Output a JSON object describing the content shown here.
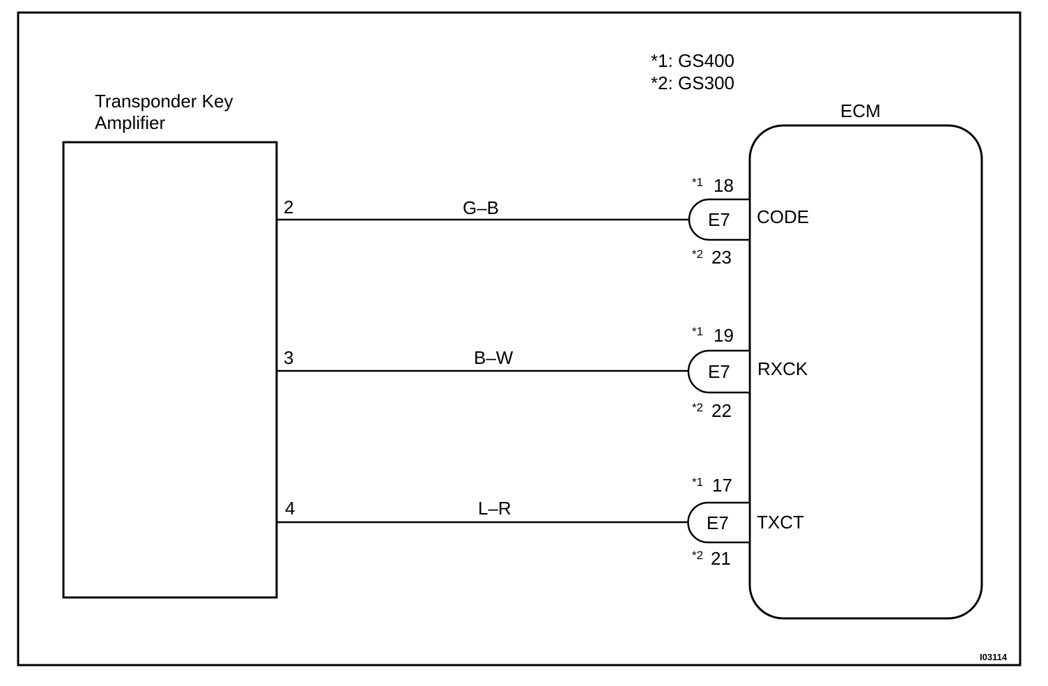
{
  "notes": [
    {
      "marker": "*1:",
      "model": "GS400"
    },
    {
      "marker": "*2:",
      "model": "GS300"
    }
  ],
  "amplifier": {
    "label_line1": "Transponder Key",
    "label_line2": "Amplifier"
  },
  "ecm": {
    "label": "ECM"
  },
  "wires": [
    {
      "pin": "2",
      "color": "G–B",
      "connector": "E7",
      "signal": "CODE",
      "star1": "*1",
      "pin_gs400": "18",
      "star2": "*2",
      "pin_gs300": "23"
    },
    {
      "pin": "3",
      "color": "B–W",
      "connector": "E7",
      "signal": "RXCK",
      "star1": "*1",
      "pin_gs400": "19",
      "star2": "*2",
      "pin_gs300": "22"
    },
    {
      "pin": "4",
      "color": "L–R",
      "connector": "E7",
      "signal": "TXCT",
      "star1": "*1",
      "pin_gs400": "17",
      "star2": "*2",
      "pin_gs300": "21"
    }
  ],
  "figure_id": "I03114"
}
